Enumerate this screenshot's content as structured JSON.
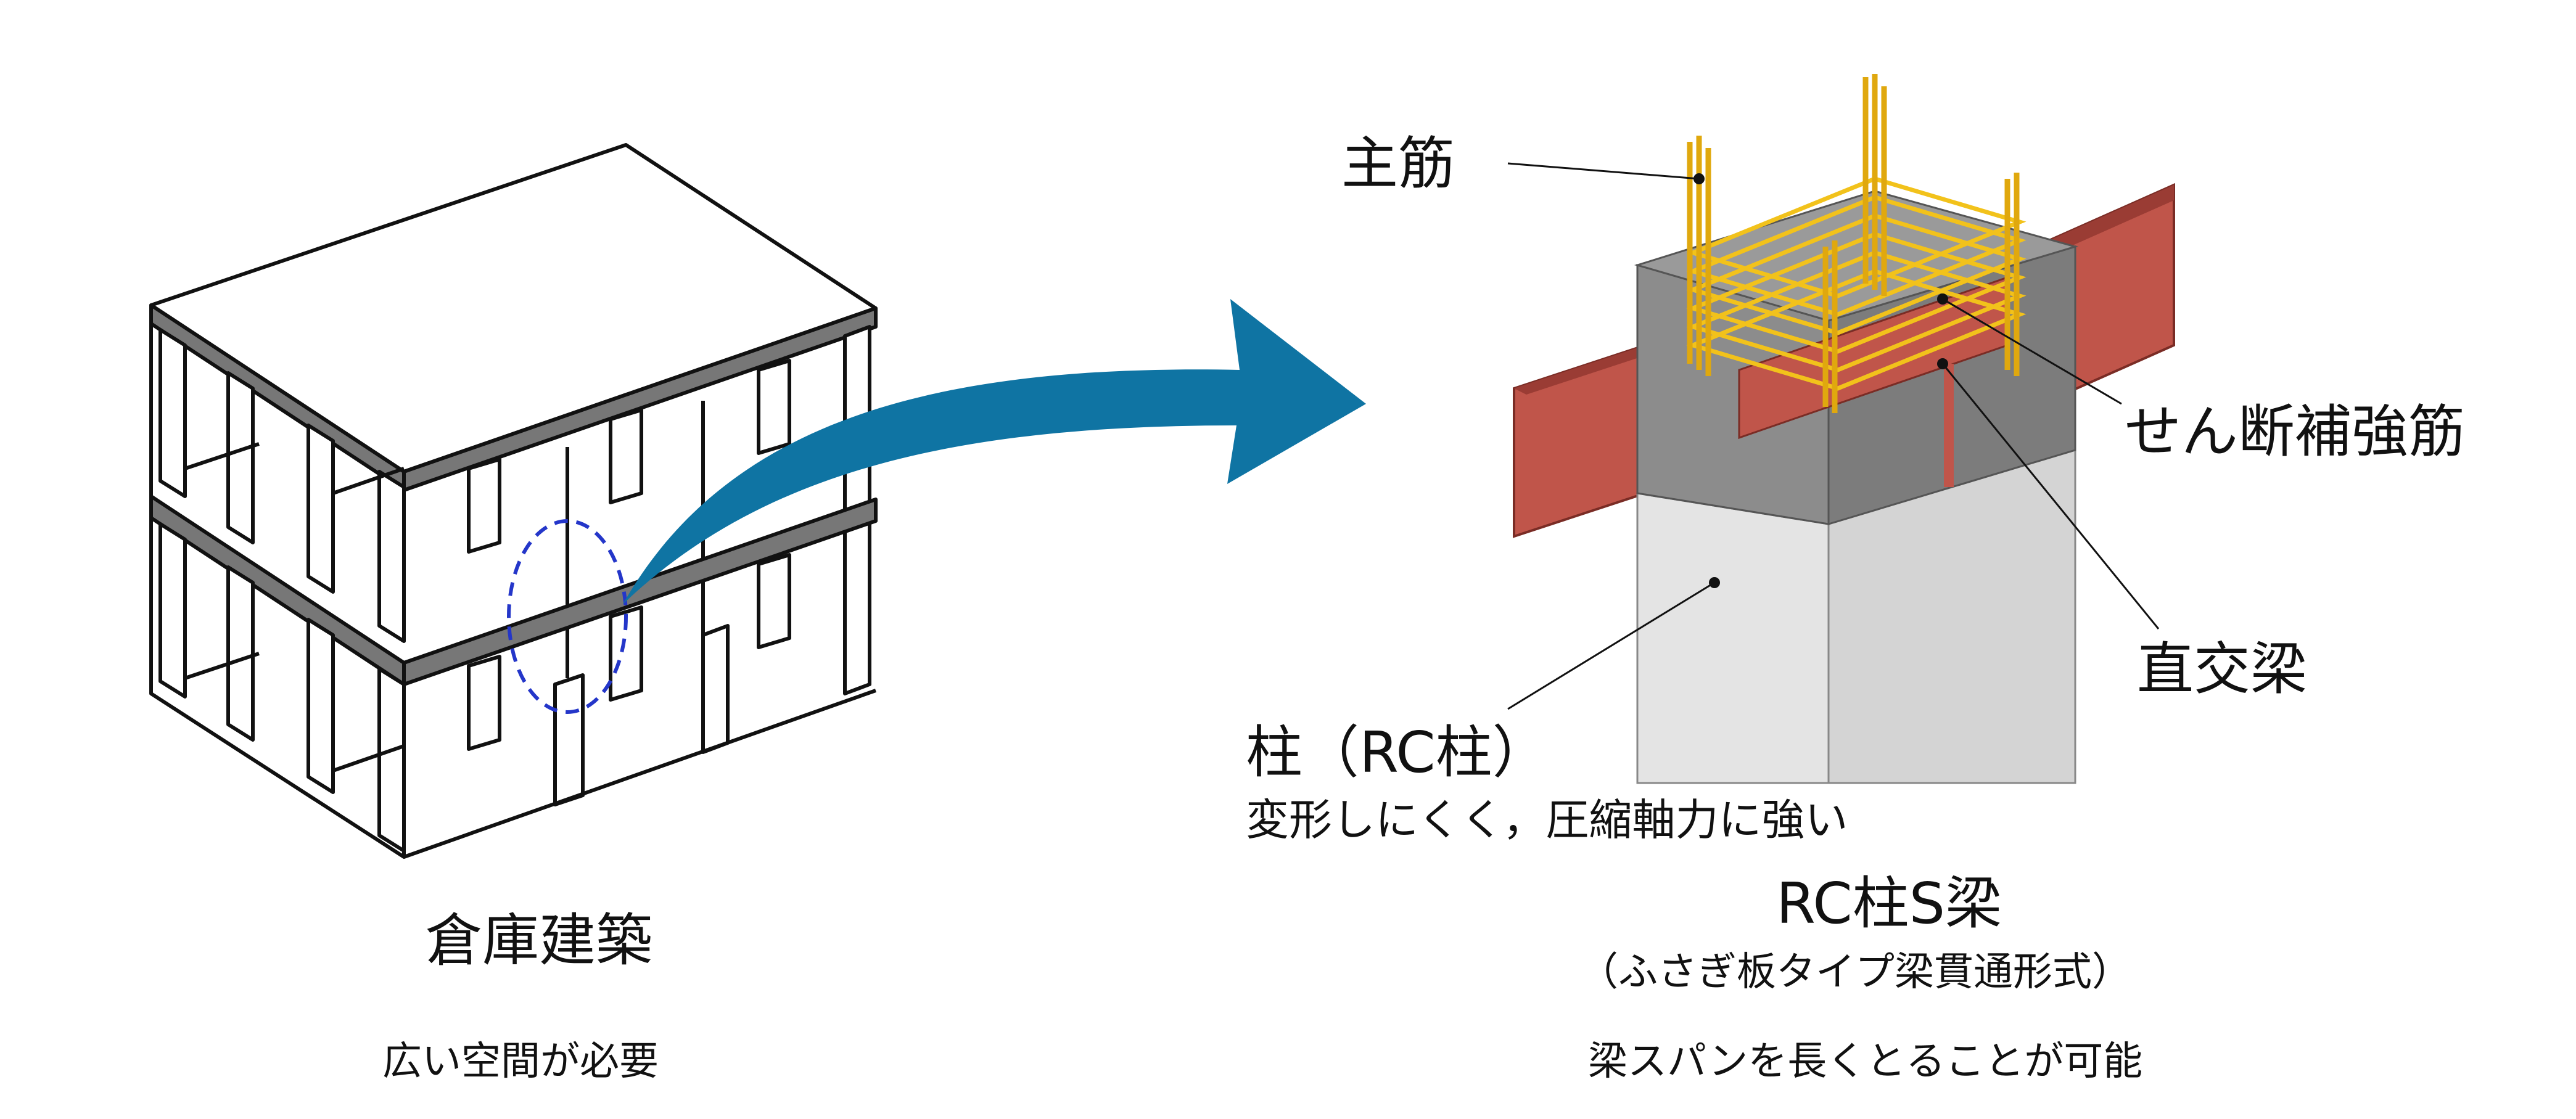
{
  "left": {
    "title": "倉庫建築",
    "subtitle": "広い空間が必要"
  },
  "right": {
    "title": "RC柱S梁",
    "subtitle": "（ふさぎ板タイプ梁貫通形式）",
    "note": "梁スパンを長くとることが可能"
  },
  "labels": {
    "main_rebar": "主筋",
    "shear_rebar": "せん断補強筋",
    "cross_beam": "直交梁",
    "column": "柱（RC柱）",
    "column_desc": "変形しにくく，圧縮軸力に強い"
  },
  "colors": {
    "arrow": "#0f74a3",
    "beam": "#c0554a",
    "beam_dark": "#9a3c34",
    "rebar": "#f2c21b",
    "joint_gray": "#8c8c8c",
    "column_light": "#dcdcdc",
    "highlight_ellipse": "#2436c9"
  }
}
